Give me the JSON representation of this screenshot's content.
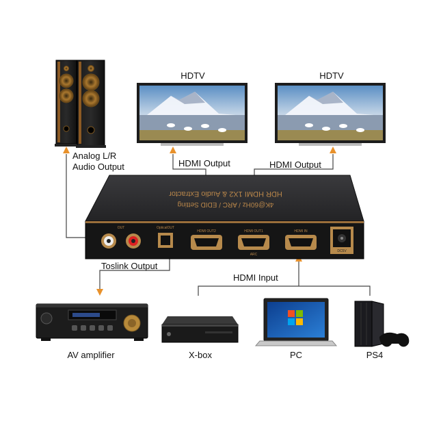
{
  "labels": {
    "hdtv_left": "HDTV",
    "hdtv_right": "HDTV",
    "hdmi_output_left": "HDMI Output",
    "hdmi_output_right": "HDMI Output",
    "analog_line1": "Analog L/R",
    "analog_line2": "Audio Output",
    "toslink_output": "Toslink Output",
    "hdmi_input": "HDMI Input",
    "av_amplifier": "AV amplifier",
    "xbox": "X-box",
    "pc": "PC",
    "ps4": "PS4"
  },
  "device": {
    "top_line1": "HDR HDMI 1X2 & Audio Extractor",
    "top_line2": "4K@60Hz / ARC / EDID Setting",
    "port_out": "OUT",
    "port_optical": "OpticalOUT",
    "port_hdmi_out2": "HDMI OUT2",
    "port_hdmi_out1": "HDMI OUT1",
    "port_hdmi_in": "HDMI IN",
    "port_arc": "ARC",
    "port_power": "DC5V"
  },
  "colors": {
    "arrow": "#e8912b",
    "line": "#444444",
    "device_body": "#2b2b2d",
    "accent_gold": "#b8864a"
  }
}
